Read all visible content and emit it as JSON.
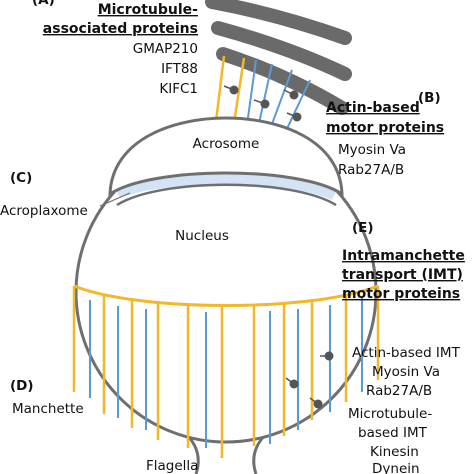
{
  "colors": {
    "outline": "#6f6f6f",
    "golgi": "#6a6a6a",
    "acrosome_fill": "#d3e3f5",
    "yellow": "#f2b82a",
    "blue": "#5b9bd5",
    "motor": "#555555"
  },
  "panel_a": {
    "tag": "(A)",
    "header_line1": "Microtubule-",
    "header_line2": "associated proteins",
    "items": [
      "GMAP210",
      "IFT88",
      "KIFC1"
    ]
  },
  "panel_b": {
    "tag": "(B)",
    "header_line1": "Actin-based",
    "header_line2": "motor proteins",
    "items": [
      "Myosin Va",
      "Rab27A/B"
    ]
  },
  "panel_c": {
    "tag": "(C)",
    "label": "Acroplaxome"
  },
  "panel_d": {
    "tag": "(D)",
    "label": "Manchette"
  },
  "panel_e": {
    "tag": "(E)",
    "header_line1": "Intramanchette",
    "header_line2": "transport (IMT)",
    "header_line3": "motor proteins",
    "actin_line1": "Actin-based IMT",
    "actin_items": [
      "Myosin Va",
      "Rab27A/B"
    ],
    "mt_line1": "Microtubule-",
    "mt_line2": "based IMT",
    "mt_items": [
      "Kinesin",
      "Dynein"
    ]
  },
  "structures": {
    "acrosome": "Acrosome",
    "nucleus": "Nucleus",
    "flagella": "Flagella"
  }
}
